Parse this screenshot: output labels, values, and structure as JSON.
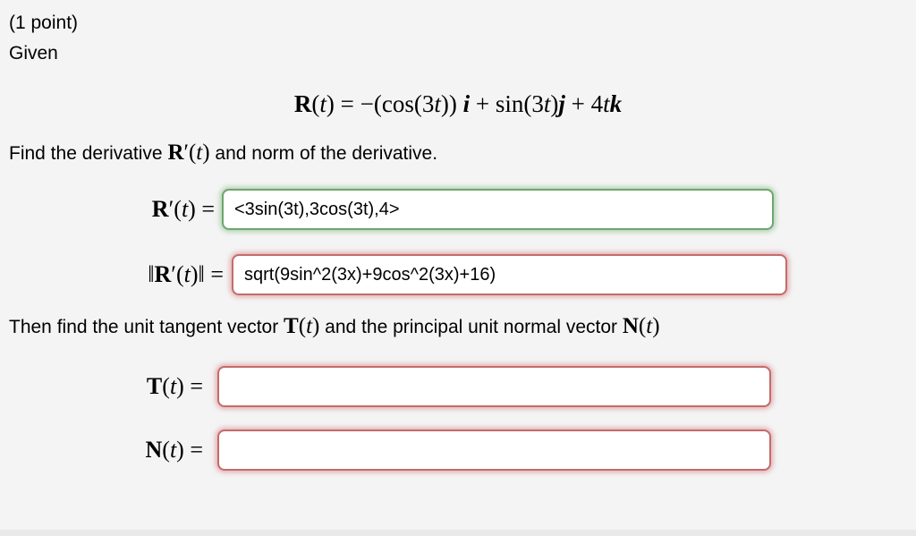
{
  "colors": {
    "background": "#f4f4f5",
    "correct": "#6fa56f",
    "correct_glow": "rgba(140,194,140,0.7)",
    "incorrect": "#c36c6c",
    "incorrect_glow": "rgba(222,148,150,0.75)",
    "edge": "#e9e9ea"
  },
  "header": {
    "points": "(1 point)",
    "given": "Given"
  },
  "formula": {
    "segs": [
      [
        "b",
        "R"
      ],
      [
        "r",
        "("
      ],
      [
        "i",
        "t"
      ],
      [
        "r",
        ") = −(cos(3"
      ],
      [
        "i",
        "t"
      ],
      [
        "r",
        ")) "
      ],
      [
        "bi",
        "i"
      ],
      [
        "r",
        " + sin(3"
      ],
      [
        "i",
        "t"
      ],
      [
        "r",
        ")"
      ],
      [
        "bi",
        "j"
      ],
      [
        "r",
        " + 4"
      ],
      [
        "i",
        "t"
      ],
      [
        "bi",
        "k"
      ]
    ]
  },
  "find_line": {
    "pre": "Find the derivative ",
    "math": [
      [
        "b",
        "R"
      ],
      [
        "r",
        "′("
      ],
      [
        "i",
        "t"
      ],
      [
        "r",
        ")"
      ]
    ],
    "post": " and norm of the derivative."
  },
  "then_line": {
    "pre": "Then find the unit tangent vector ",
    "math1": [
      [
        "b",
        "T"
      ],
      [
        "r",
        "("
      ],
      [
        "i",
        "t"
      ],
      [
        "r",
        ")"
      ]
    ],
    "mid": " and the principal unit normal vector ",
    "math2": [
      [
        "b",
        "N"
      ],
      [
        "r",
        "("
      ],
      [
        "i",
        "t"
      ],
      [
        "r",
        ")"
      ]
    ]
  },
  "answers": {
    "r_prime": {
      "label": [
        [
          "b",
          "R"
        ],
        [
          "r",
          "′("
        ],
        [
          "i",
          "t"
        ],
        [
          "r",
          ") ="
        ]
      ],
      "value": "<3sin(3t),3cos(3t),4>",
      "status": "correct"
    },
    "norm": {
      "label": [
        [
          "r",
          "‖"
        ],
        [
          "b",
          "R"
        ],
        [
          "r",
          "′("
        ],
        [
          "i",
          "t"
        ],
        [
          "r",
          ")‖ ="
        ]
      ],
      "value": "sqrt(9sin^2(3x)+9cos^2(3x)+16)",
      "status": "incorrect"
    },
    "tangent": {
      "label": [
        [
          "b",
          "T"
        ],
        [
          "r",
          "("
        ],
        [
          "i",
          "t"
        ],
        [
          "r",
          ") ="
        ]
      ],
      "value": "",
      "status": "incorrect"
    },
    "normal": {
      "label": [
        [
          "b",
          "N"
        ],
        [
          "r",
          "("
        ],
        [
          "i",
          "t"
        ],
        [
          "r",
          ") ="
        ]
      ],
      "value": "",
      "status": "incorrect"
    }
  }
}
